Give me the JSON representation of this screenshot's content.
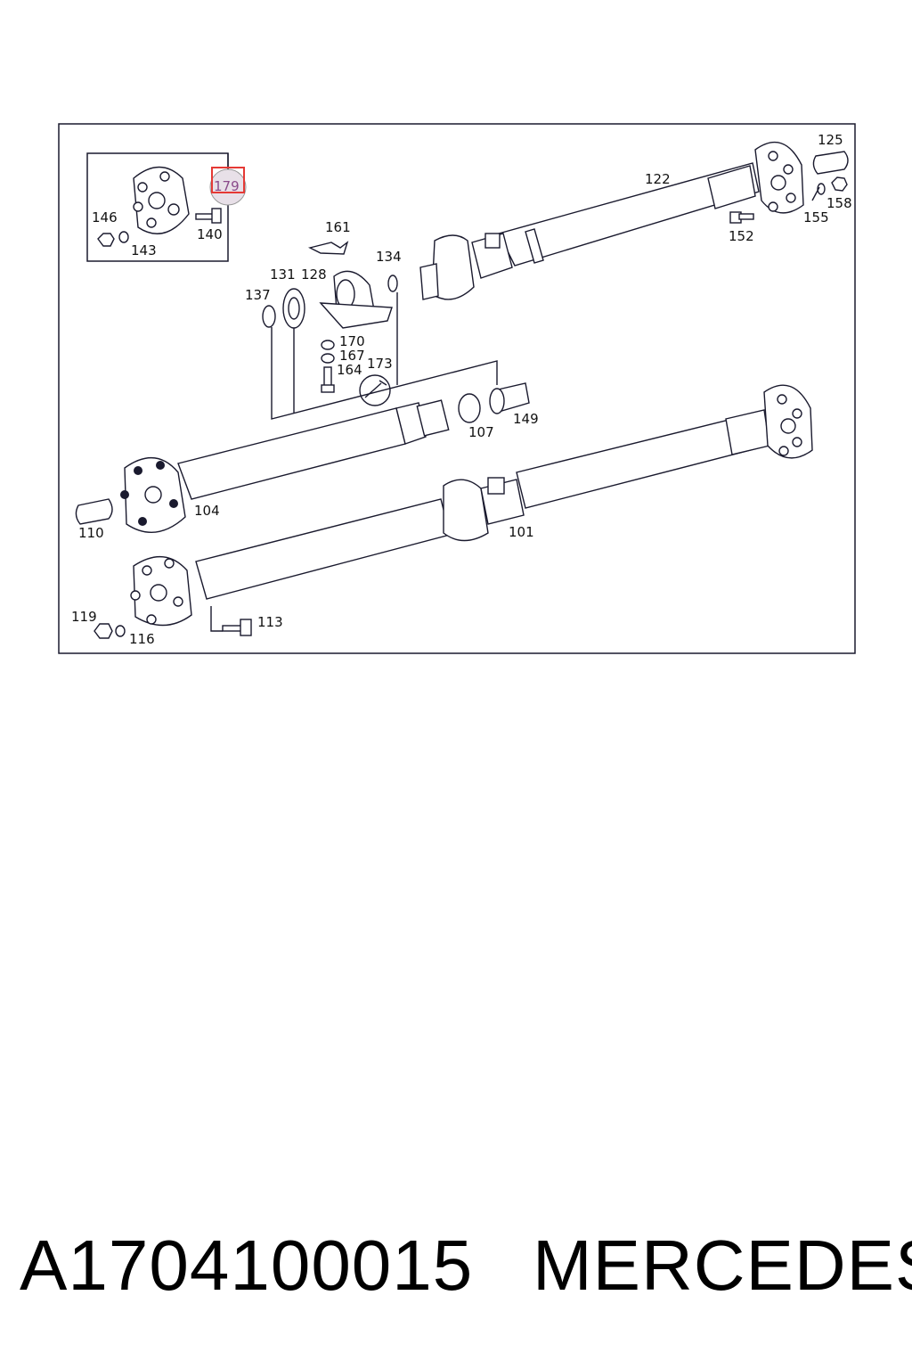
{
  "diagram": {
    "callouts": {
      "c101": "101",
      "c104": "104",
      "c107": "107",
      "c110": "110",
      "c113": "113",
      "c116": "116",
      "c119": "119",
      "c122": "122",
      "c125": "125",
      "c128": "128",
      "c131": "131",
      "c134": "134",
      "c137": "137",
      "c140": "140",
      "c143": "143",
      "c146": "146",
      "c149": "149",
      "c152": "152",
      "c155": "155",
      "c158": "158",
      "c161": "161",
      "c164": "164",
      "c167": "167",
      "c170": "170",
      "c173": "173",
      "c179": "179"
    },
    "highlight_color": "#e53935",
    "line_color": "#1a1a2e"
  },
  "footer": {
    "part_number": "A1704100015",
    "brand": "MERCEDES"
  }
}
